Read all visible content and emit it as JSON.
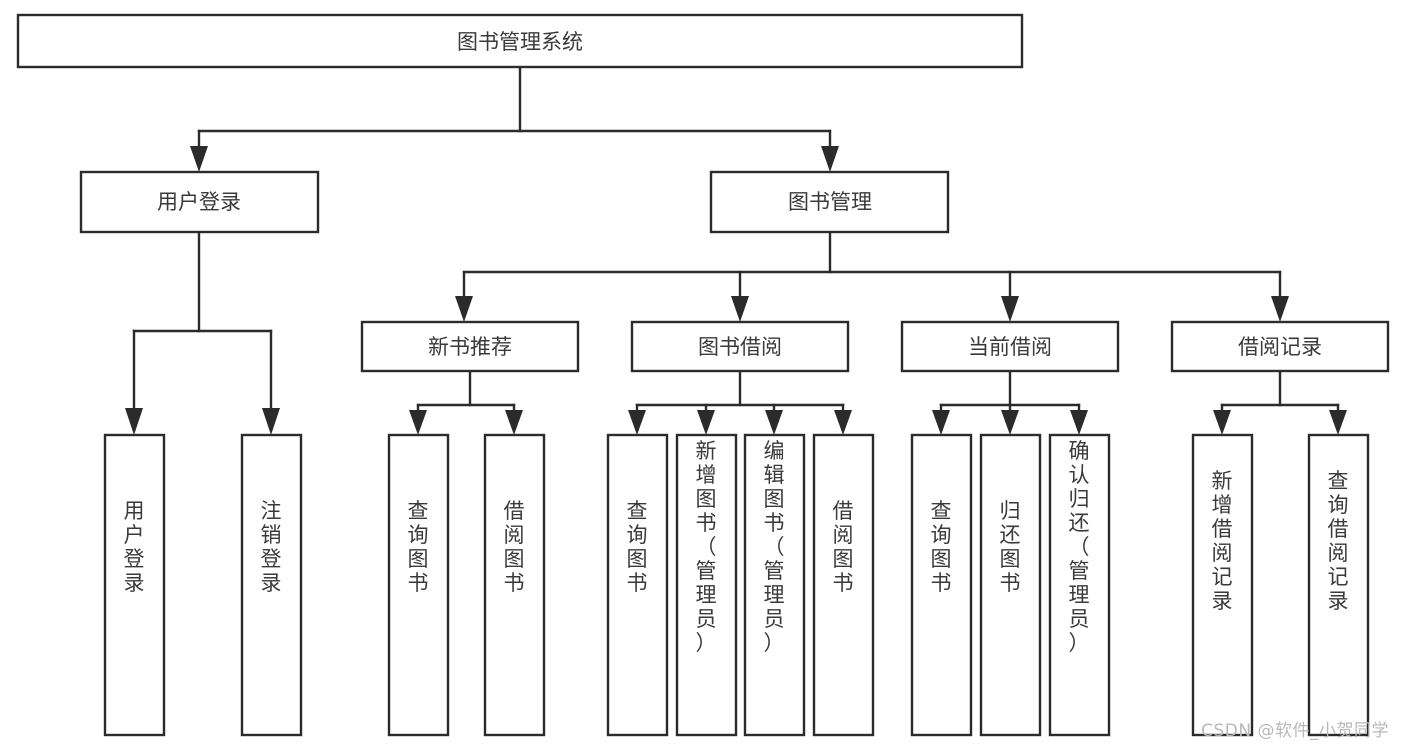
{
  "diagram": {
    "type": "tree-hierarchy-flowchart",
    "title": "图书管理系统",
    "watermark": "CSDN @软件_小贺同学",
    "colors": {
      "background": "#ffffff",
      "box_fill": "#ffffff",
      "box_stroke": "#2b2b2b",
      "text": "#3a3a3a",
      "watermark": "#b9b9b9"
    },
    "root": {
      "id": "root",
      "label": "图书管理系统"
    },
    "level2": [
      {
        "id": "user-login",
        "label": "用户登录"
      },
      {
        "id": "book-manage",
        "label": "图书管理"
      }
    ],
    "level3": [
      {
        "id": "new-book-rec",
        "label": "新书推荐",
        "parent": "book-manage"
      },
      {
        "id": "book-borrow",
        "label": "图书借阅",
        "parent": "book-manage"
      },
      {
        "id": "current-borrow",
        "label": "当前借阅",
        "parent": "book-manage"
      },
      {
        "id": "borrow-record",
        "label": "借阅记录",
        "parent": "book-manage"
      }
    ],
    "leaves": [
      {
        "id": "leaf-user-login",
        "label": "用户登录",
        "parent": "user-login"
      },
      {
        "id": "leaf-logout",
        "label": "注销登录",
        "parent": "user-login"
      },
      {
        "id": "leaf-query-book-1",
        "label": "查询图书",
        "parent": "new-book-rec"
      },
      {
        "id": "leaf-borrow-book-1",
        "label": "借阅图书",
        "parent": "new-book-rec"
      },
      {
        "id": "leaf-query-book-2",
        "label": "查询图书",
        "parent": "book-borrow"
      },
      {
        "id": "leaf-add-book",
        "label": "新增图书（管理员）",
        "parent": "book-borrow"
      },
      {
        "id": "leaf-edit-book",
        "label": "编辑图书（管理员）",
        "parent": "book-borrow"
      },
      {
        "id": "leaf-borrow-book-2",
        "label": "借阅图书",
        "parent": "book-borrow"
      },
      {
        "id": "leaf-query-book-3",
        "label": "查询图书",
        "parent": "current-borrow"
      },
      {
        "id": "leaf-return-book",
        "label": "归还图书",
        "parent": "current-borrow"
      },
      {
        "id": "leaf-confirm-return",
        "label": "确认归还（管理员）",
        "parent": "current-borrow"
      },
      {
        "id": "leaf-add-record",
        "label": "新增借阅记录",
        "parent": "borrow-record"
      },
      {
        "id": "leaf-query-record",
        "label": "查询借阅记录",
        "parent": "borrow-record"
      }
    ]
  }
}
